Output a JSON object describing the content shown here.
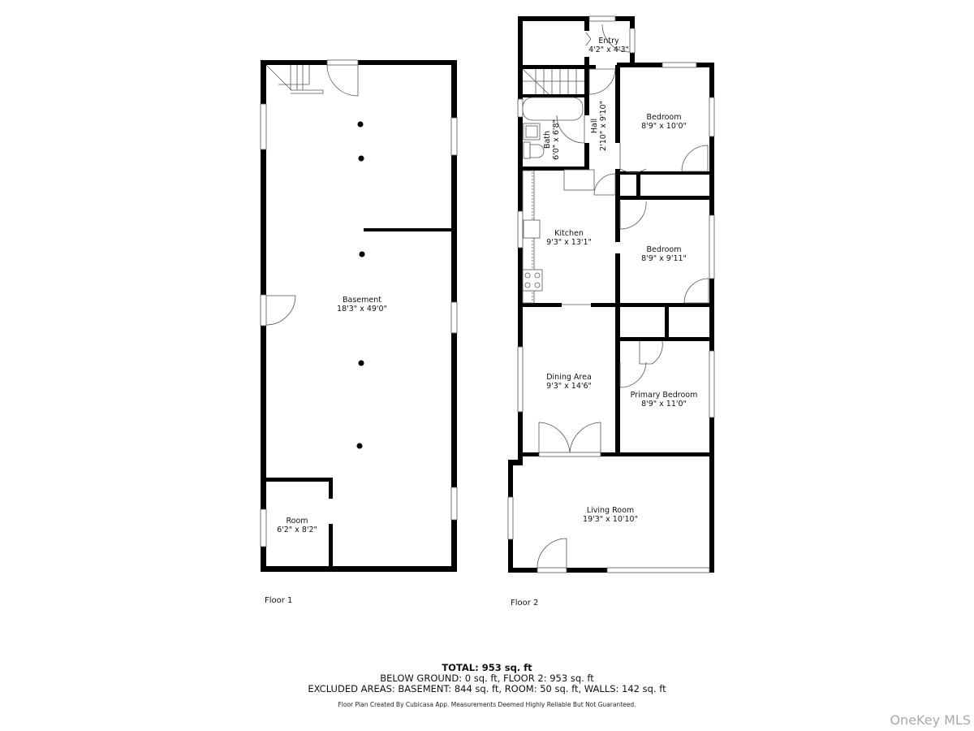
{
  "floors": [
    {
      "label": "Floor 1",
      "rooms": [
        {
          "name": "Basement",
          "size": "18'3\" x 49'0\""
        },
        {
          "name": "Room",
          "size": "6'2\" x 8'2\""
        }
      ]
    },
    {
      "label": "Floor 2",
      "rooms": [
        {
          "name": "Entry",
          "size": "4'2\" x 4'3\""
        },
        {
          "name": "Bedroom",
          "size": "8'9\" x 10'0\""
        },
        {
          "name": "Bath",
          "size": "6'0\" x 6'8\""
        },
        {
          "name": "Hall",
          "size": "2'10\" x 9'10\""
        },
        {
          "name": "Kitchen",
          "size": "9'3\" x 13'1\""
        },
        {
          "name": "Bedroom",
          "size": "8'9\" x 9'11\""
        },
        {
          "name": "Dining Area",
          "size": "9'3\" x 14'6\""
        },
        {
          "name": "Primary Bedroom",
          "size": "8'9\" x 11'0\""
        },
        {
          "name": "Living Room",
          "size": "19'3\" x 10'10\""
        }
      ]
    }
  ],
  "summary": {
    "total": "TOTAL: 953 sq. ft",
    "below_ground": "BELOW GROUND: 0 sq. ft, FLOOR 2: 953 sq. ft",
    "excluded": "EXCLUDED AREAS: BASEMENT: 844 sq. ft, ROOM: 50 sq. ft, WALLS: 142 sq. ft",
    "disclaimer": "Floor Plan Created By Cubicasa App. Measurements Deemed Highly Reliable But Not Guaranteed."
  },
  "watermark": "OneKey MLS",
  "colors": {
    "wall": "#000000",
    "line": "#555555",
    "background": "#ffffff",
    "watermark": "#a9a9a9"
  }
}
